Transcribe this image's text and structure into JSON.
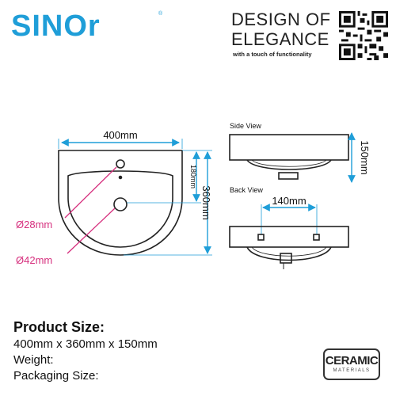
{
  "brand": {
    "logo_text": "SINOr",
    "reg_mark": "®",
    "accent": "#1f9ed8"
  },
  "tagline": {
    "line1": "DESIGN OF",
    "line2": "ELEGANCE",
    "line3": "with a touch of functionality"
  },
  "icons": {
    "qr": "qr-code-icon"
  },
  "drawing": {
    "front": {
      "width": "400mm",
      "tap_height": "180mm",
      "height": "360mm",
      "dia_tap": "Ø28mm",
      "dia_drain": "Ø42mm"
    },
    "side_view": {
      "label": "Side View",
      "depth": "150mm"
    },
    "back_view": {
      "label": "Back View",
      "spacing": "140mm"
    },
    "colors": {
      "dim_blue": "#1f9ed8",
      "magenta": "#d6307e",
      "line": "#222222"
    }
  },
  "product": {
    "size_title": "Product Size:",
    "size_value": "400mm x 360mm x 150mm",
    "weight_label": "Weight:",
    "packaging_label": "Packaging Size:"
  },
  "badge": {
    "main": "CERAMIC",
    "sub": "MATERIALS"
  }
}
